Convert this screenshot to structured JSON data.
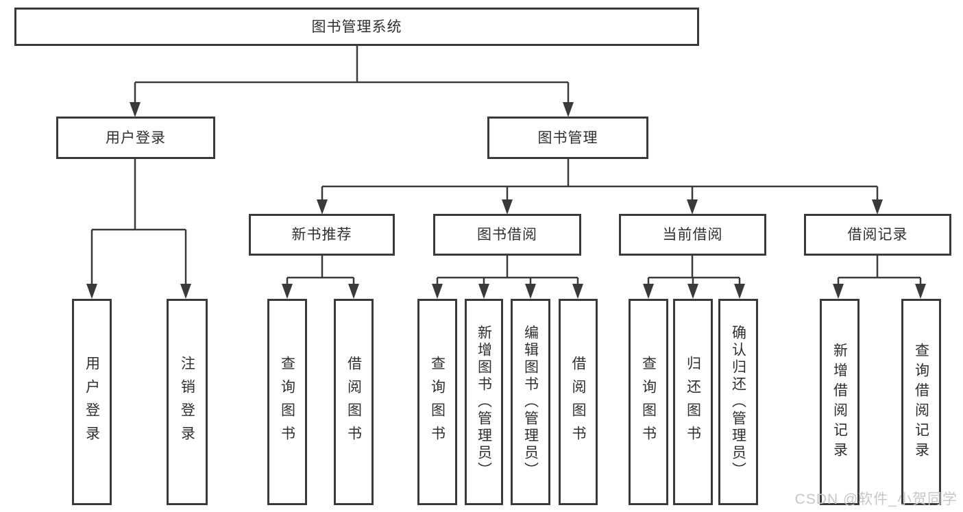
{
  "diagram": {
    "title": "图书管理系统",
    "type": "hierarchy-tree",
    "colors": {
      "line": "#3a3a3a",
      "text": "#2f2f2f",
      "box_background": "#ffffff",
      "watermark": "#c7c7c7"
    }
  },
  "root": {
    "label": "图书管理系统"
  },
  "level2": [
    {
      "label": "用户登录"
    },
    {
      "label": "图书管理"
    }
  ],
  "level3": [
    {
      "label": "新书推荐",
      "parent": "图书管理"
    },
    {
      "label": "图书借阅",
      "parent": "图书管理"
    },
    {
      "label": "当前借阅",
      "parent": "图书管理"
    },
    {
      "label": "借阅记录",
      "parent": "图书管理"
    }
  ],
  "leaves": [
    {
      "label": "用户登录",
      "parent": "用户登录"
    },
    {
      "label": "注销登录",
      "parent": "用户登录"
    },
    {
      "label": "查询图书",
      "parent": "新书推荐"
    },
    {
      "label": "借阅图书",
      "parent": "新书推荐"
    },
    {
      "label": "查询图书",
      "parent": "图书借阅"
    },
    {
      "label": "新增图书（管理员）",
      "parent": "图书借阅"
    },
    {
      "label": "编辑图书（管理员）",
      "parent": "图书借阅"
    },
    {
      "label": "借阅图书",
      "parent": "图书借阅"
    },
    {
      "label": "查询图书",
      "parent": "当前借阅"
    },
    {
      "label": "归还图书",
      "parent": "当前借阅"
    },
    {
      "label": "确认归还（管理员）",
      "parent": "当前借阅"
    },
    {
      "label": "新增借阅记录",
      "parent": "借阅记录"
    },
    {
      "label": "查询借阅记录",
      "parent": "借阅记录"
    }
  ],
  "watermark": {
    "text": "CSDN @软件_小贺同学"
  }
}
